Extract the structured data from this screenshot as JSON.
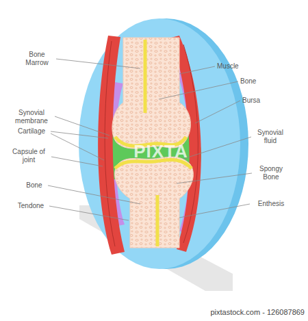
{
  "diagram": {
    "labels": [
      "Bone Marrow",
      "Synovial membrane",
      "Cartilage",
      "Capsule of joint",
      "Bone",
      "Tendone",
      "Muscle",
      "Bone",
      "Bursa",
      "Synovial fluid",
      "Spongy Bone",
      "Enthesis",
      "PIXTA",
      "pixtastock.com - 126087869"
    ]
  }
}
